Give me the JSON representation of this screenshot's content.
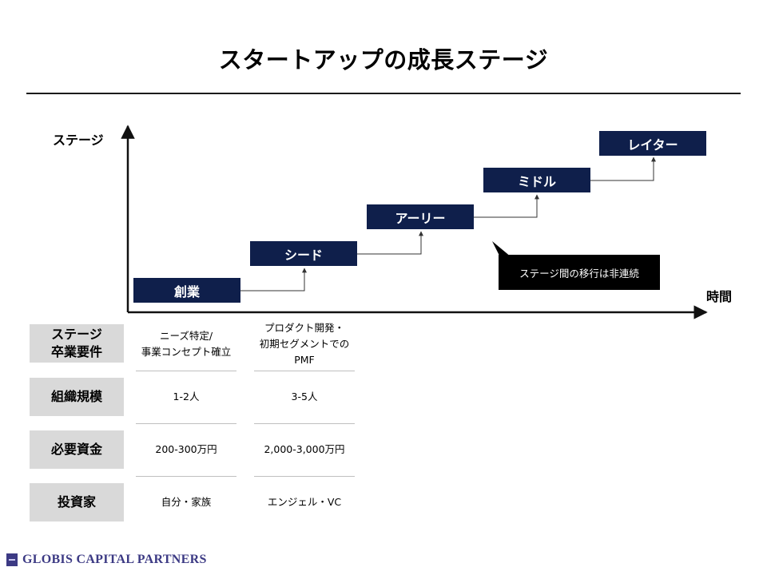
{
  "title": "スタートアップの成長ステージ",
  "axes": {
    "y_label": "ステージ",
    "x_label": "時間"
  },
  "stages": [
    "創業",
    "シード",
    "アーリー",
    "ミドル",
    "レイター"
  ],
  "callout": "ステージ間の移行は非連続",
  "table": {
    "rows": [
      {
        "label_lines": [
          "ステージ",
          "卒業要件"
        ],
        "cells": [
          [
            "ニーズ特定/",
            "事業コンセプト確立"
          ],
          [
            "プロダクト開発・",
            "初期セグメントでのPMF"
          ]
        ]
      },
      {
        "label_lines": [
          "組織規模"
        ],
        "cells": [
          [
            "1-2人"
          ],
          [
            "3-5人"
          ]
        ]
      },
      {
        "label_lines": [
          "必要資金"
        ],
        "cells": [
          [
            "200-300万円"
          ],
          [
            "2,000-3,000万円"
          ]
        ]
      },
      {
        "label_lines": [
          "投資家"
        ],
        "cells": [
          [
            "自分・家族"
          ],
          [
            "エンジェル・VC"
          ]
        ]
      }
    ]
  },
  "footer": {
    "logo_text": "GLOBIS CAPITAL PARTNERS"
  },
  "colors": {
    "stage_fill": "#0f1f4b",
    "category_fill": "#d9d9d9",
    "callout_fill": "#000000",
    "logo": "#3c3a84"
  }
}
